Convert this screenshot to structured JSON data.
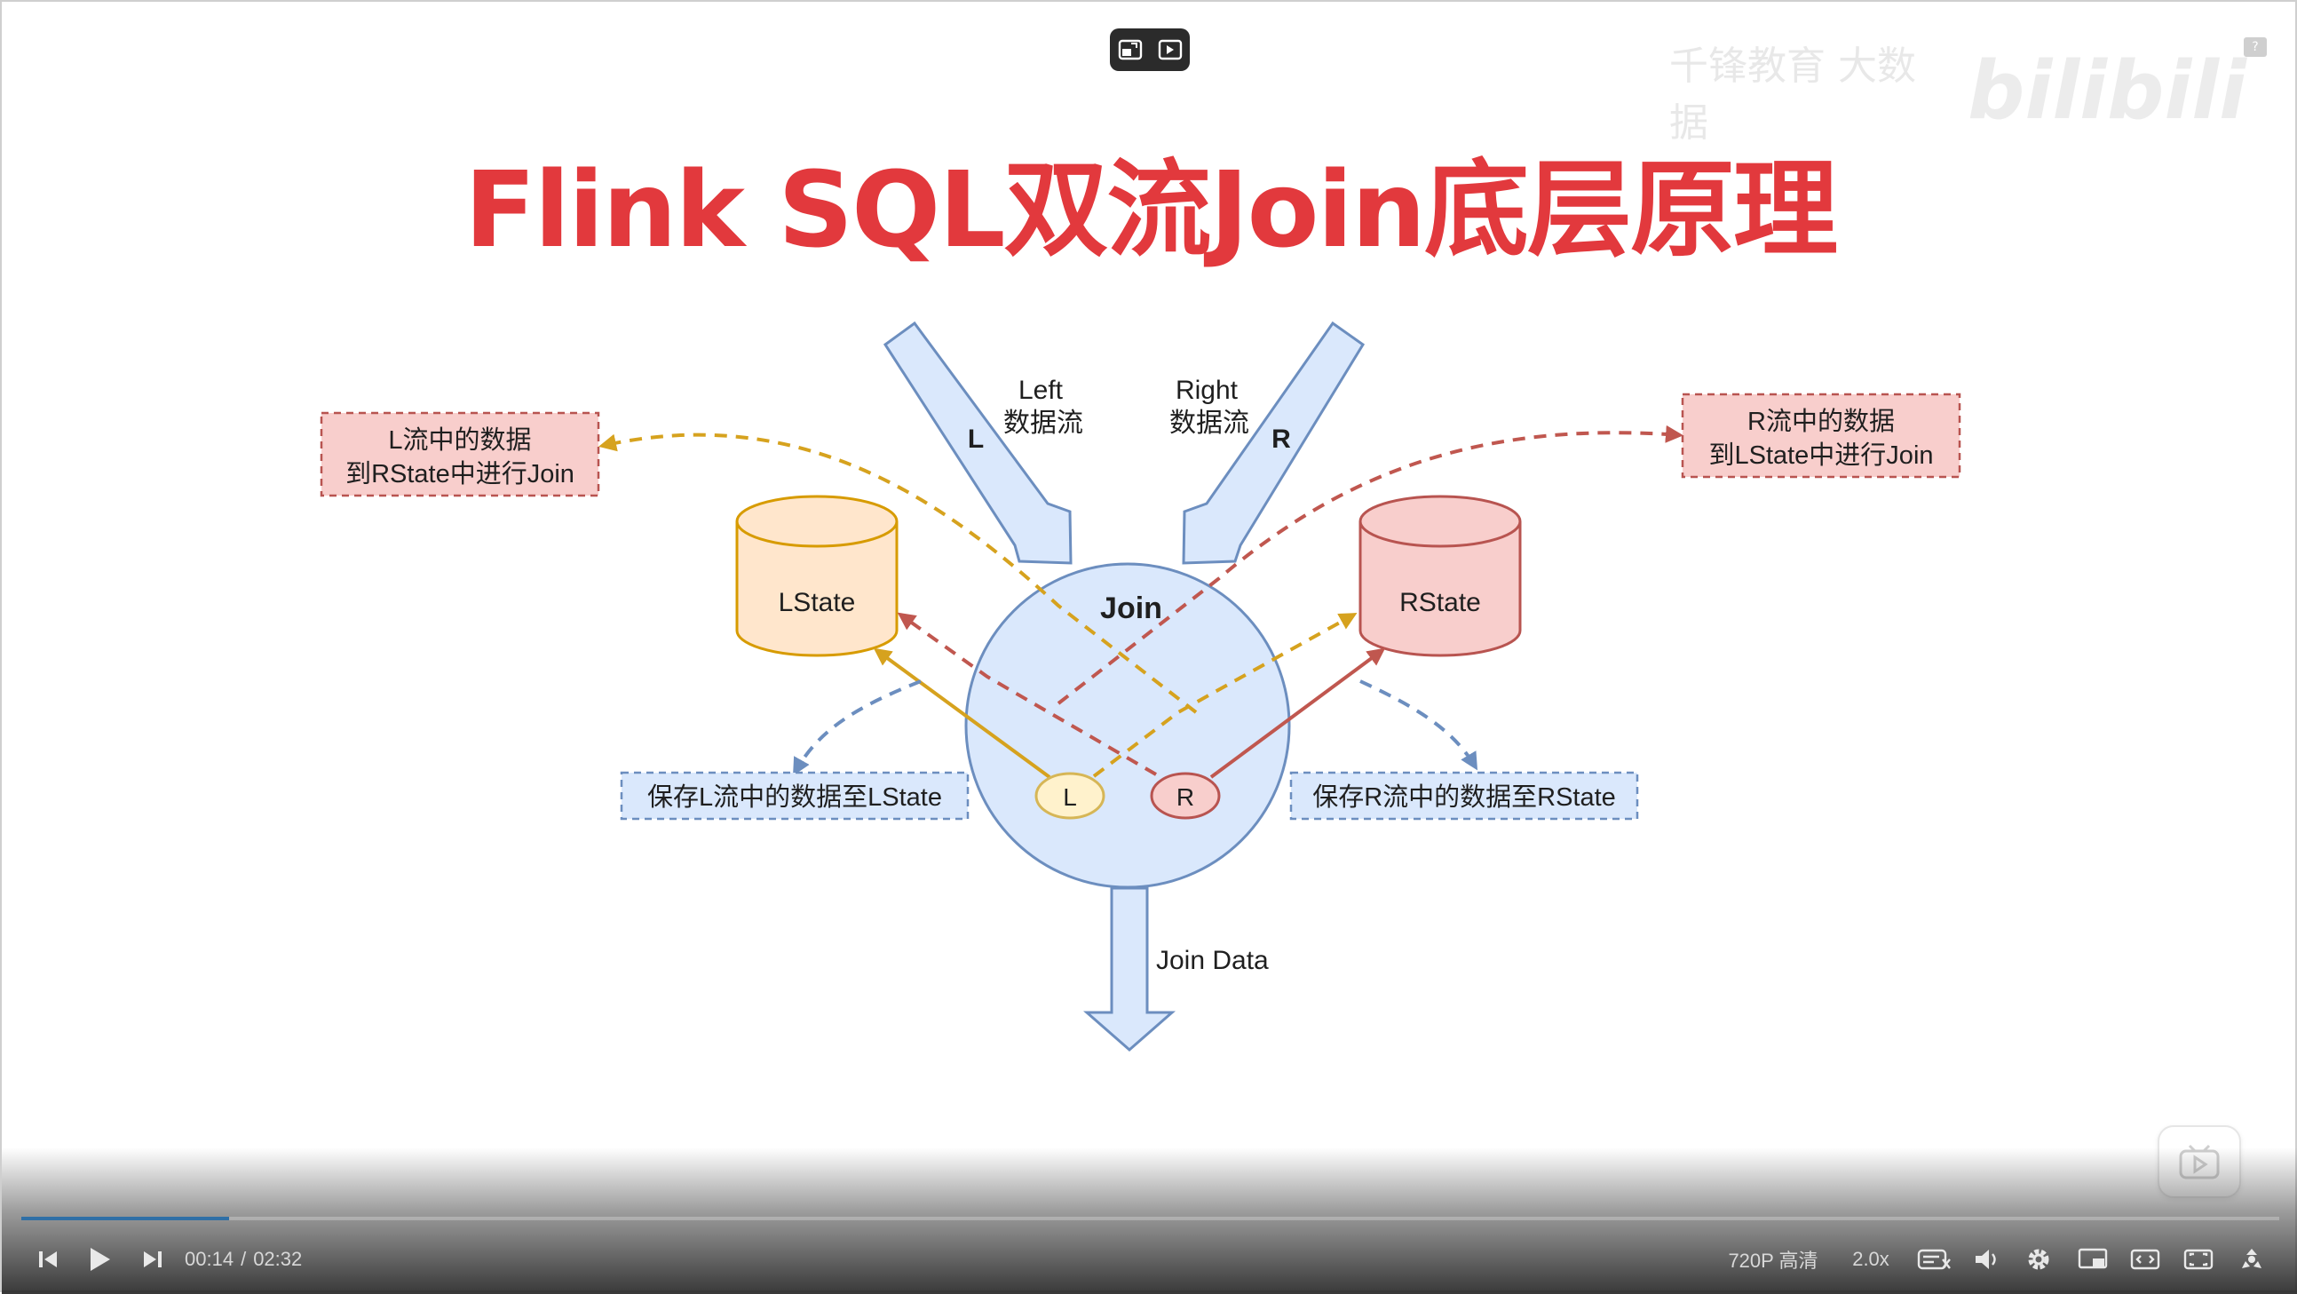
{
  "slide": {
    "title": "Flink SQL双流Join底层原理"
  },
  "diagram": {
    "left_stream": {
      "letter": "L",
      "label_line1": "Left",
      "label_line2": "数据流"
    },
    "right_stream": {
      "letter": "R",
      "label_line1": "Right",
      "label_line2": "数据流"
    },
    "join_node": "Join",
    "lstate": "LState",
    "rstate": "RState",
    "l_node": "L",
    "r_node": "R",
    "note_l_to_rstate_line1": "L流中的数据",
    "note_l_to_rstate_line2": "到RState中进行Join",
    "note_r_to_lstate_line1": "R流中的数据",
    "note_r_to_lstate_line2": "到LState中进行Join",
    "note_save_l": "保存L流中的数据至LState",
    "note_save_r": "保存R流中的数据至RState",
    "output_label": "Join Data"
  },
  "colors": {
    "title": "#e2393d",
    "arrow_fill": "#d6e6f7",
    "arrow_stroke": "#6c8ebf",
    "lstate_fill": "#ffe6cc",
    "lstate_stroke": "#d79b00",
    "rstate_fill": "#f8cecc",
    "rstate_stroke": "#b85450",
    "yellow_line": "#d6a21e",
    "red_line": "#c0574f",
    "blue_dashed": "#6c8ebf"
  },
  "watermark": {
    "caption": "千锋教育 大数据",
    "logo": "bilibili"
  },
  "player": {
    "current_time": "00:14",
    "separator": "/",
    "duration": "02:32",
    "progress": 0.092,
    "quality": "720P 高清",
    "speed": "2.0x",
    "icons": {
      "prev": "skip-previous-icon",
      "play": "play-icon",
      "next": "skip-next-icon",
      "danmaku": "danmaku-off-icon",
      "volume": "volume-icon",
      "settings": "gear-icon",
      "pip": "picture-in-picture-icon",
      "widescreen": "widescreen-icon",
      "web_fullscreen": "web-fullscreen-icon",
      "fullscreen": "fullscreen-icon"
    }
  }
}
